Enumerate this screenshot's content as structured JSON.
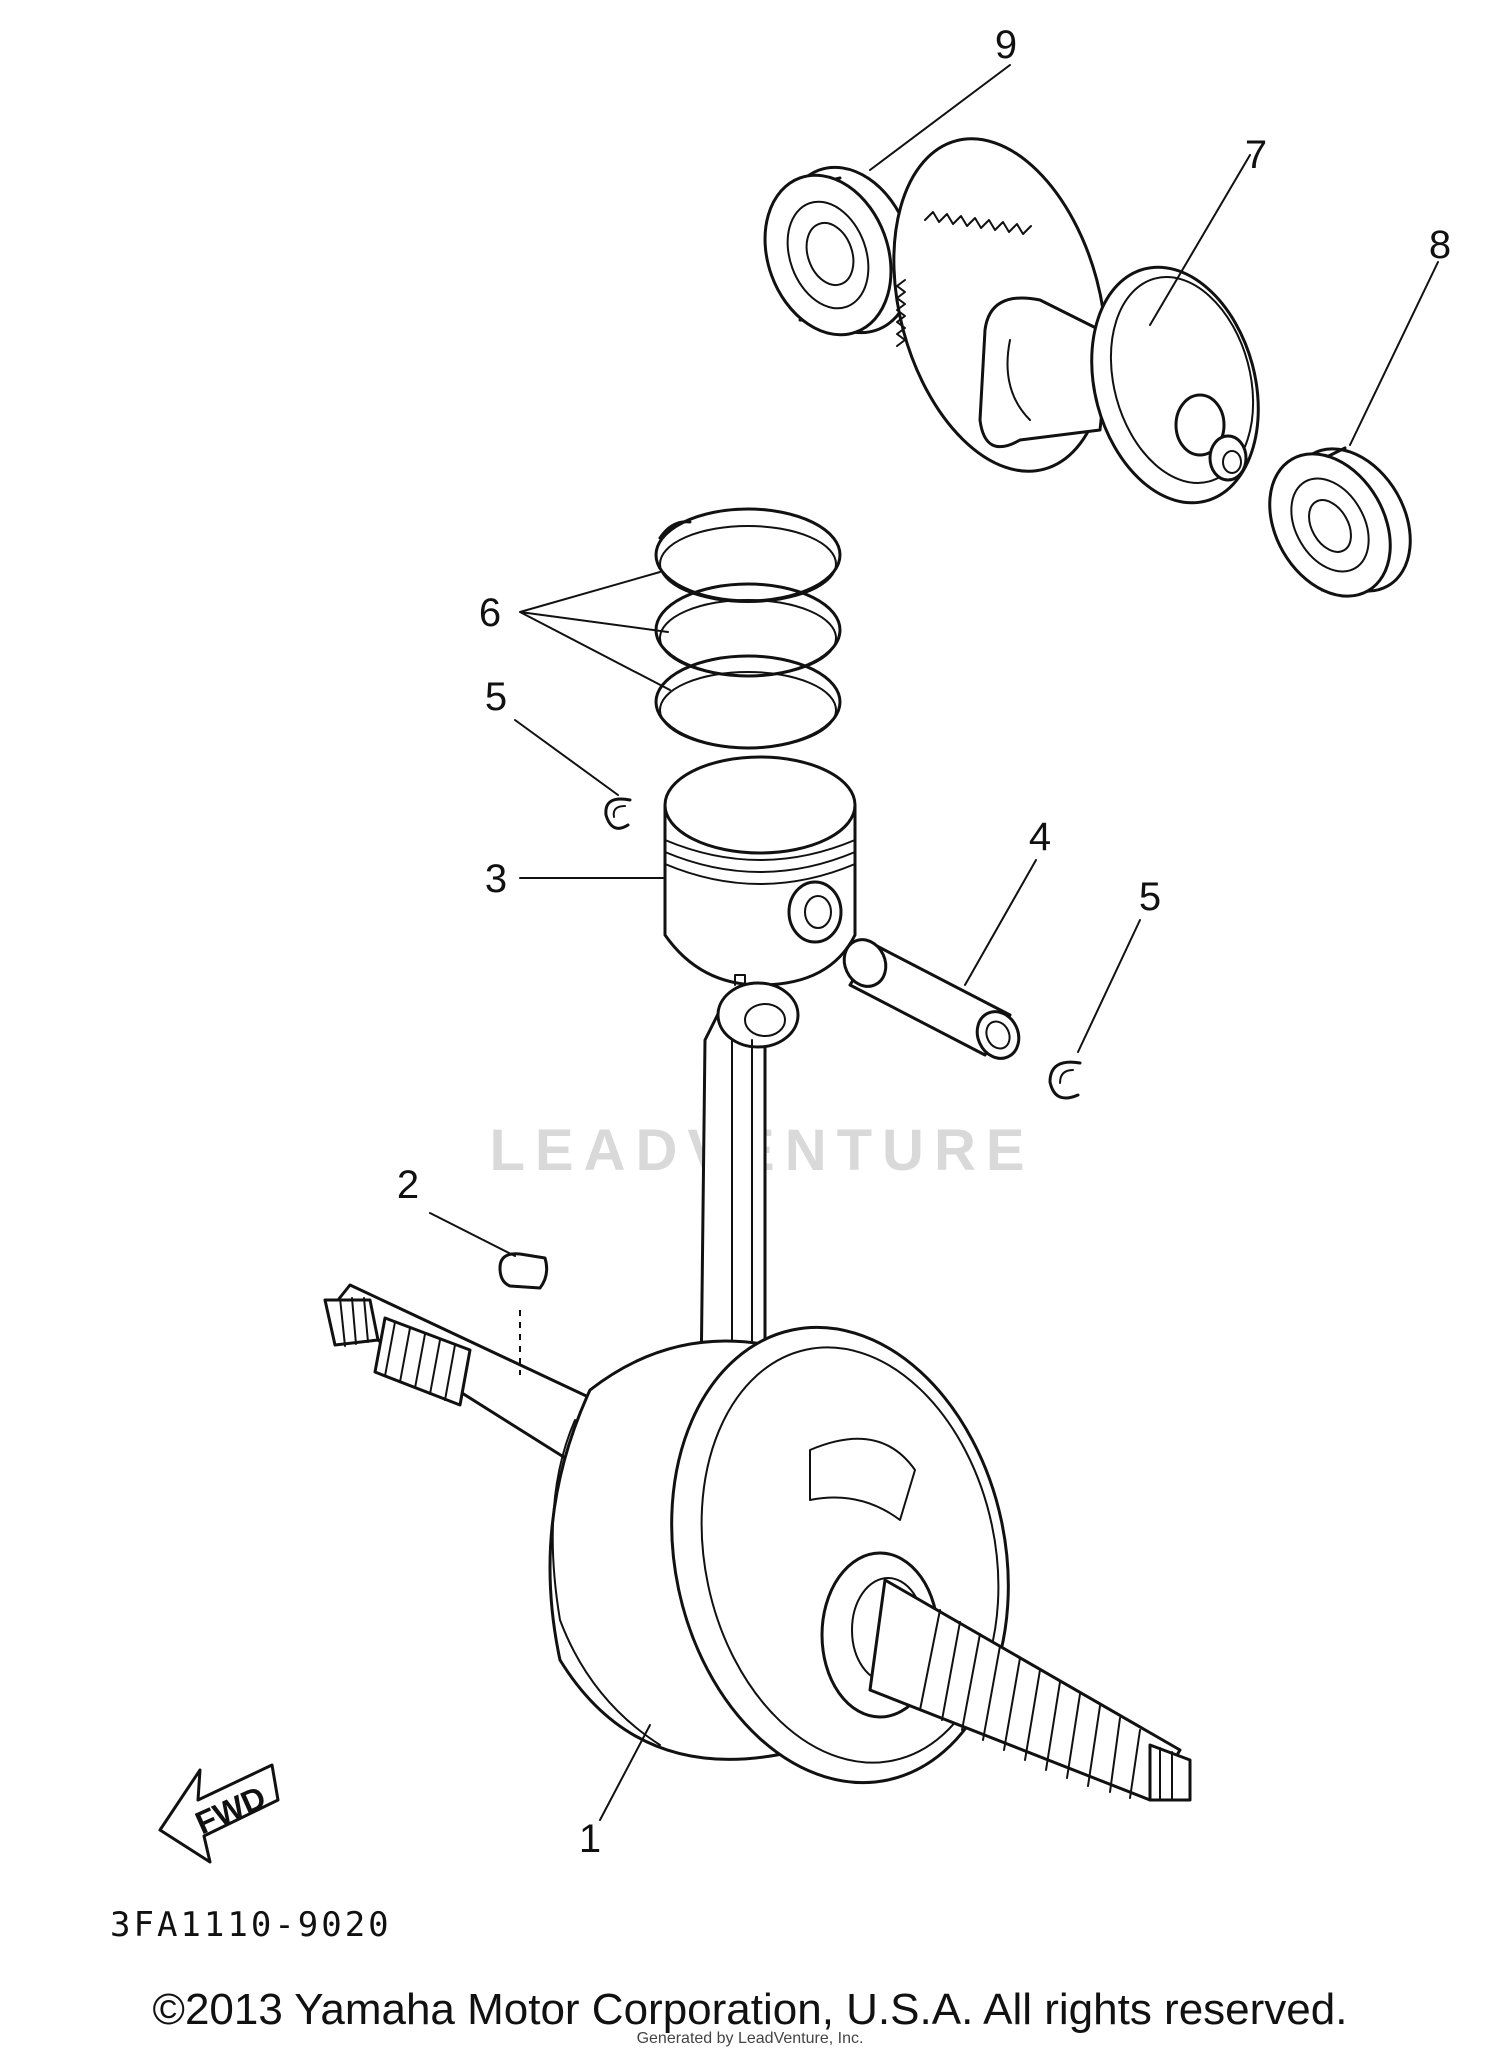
{
  "callouts": {
    "c1": "1",
    "c2": "2",
    "c3": "3",
    "c4": "4",
    "c5a": "5",
    "c5b": "5",
    "c6": "6",
    "c7": "7",
    "c8": "8",
    "c9": "9"
  },
  "fwd_label": "FWD",
  "diagram_code": "3FA1110-9020",
  "watermark_text": "LEADVENTURE",
  "copyright": "©2013 Yamaha Motor Corporation, U.S.A. All rights reserved.",
  "small_note": "Generated by LeadVenture, Inc."
}
